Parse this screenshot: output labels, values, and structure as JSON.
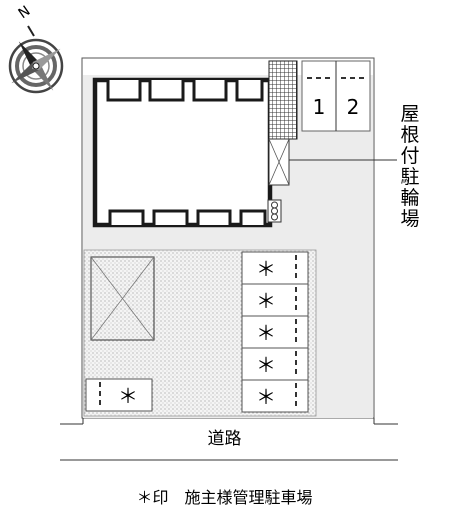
{
  "compass": {
    "north_letter": "N"
  },
  "bike_parking": {
    "label_chars": [
      "屋",
      "根",
      "付",
      "駐",
      "輪",
      "場"
    ],
    "space_numbers": [
      "1",
      "2"
    ]
  },
  "road": {
    "label": "道路"
  },
  "owner_parking": {
    "mark": "＊",
    "space_count": 6
  },
  "legend": {
    "text": "＊印　施主様管理駐車場"
  },
  "colors": {
    "dotted_ground": "#e6e6e6",
    "paved_area": "#ececec",
    "building_wall": "#1a1a1a",
    "line": "#333333"
  }
}
